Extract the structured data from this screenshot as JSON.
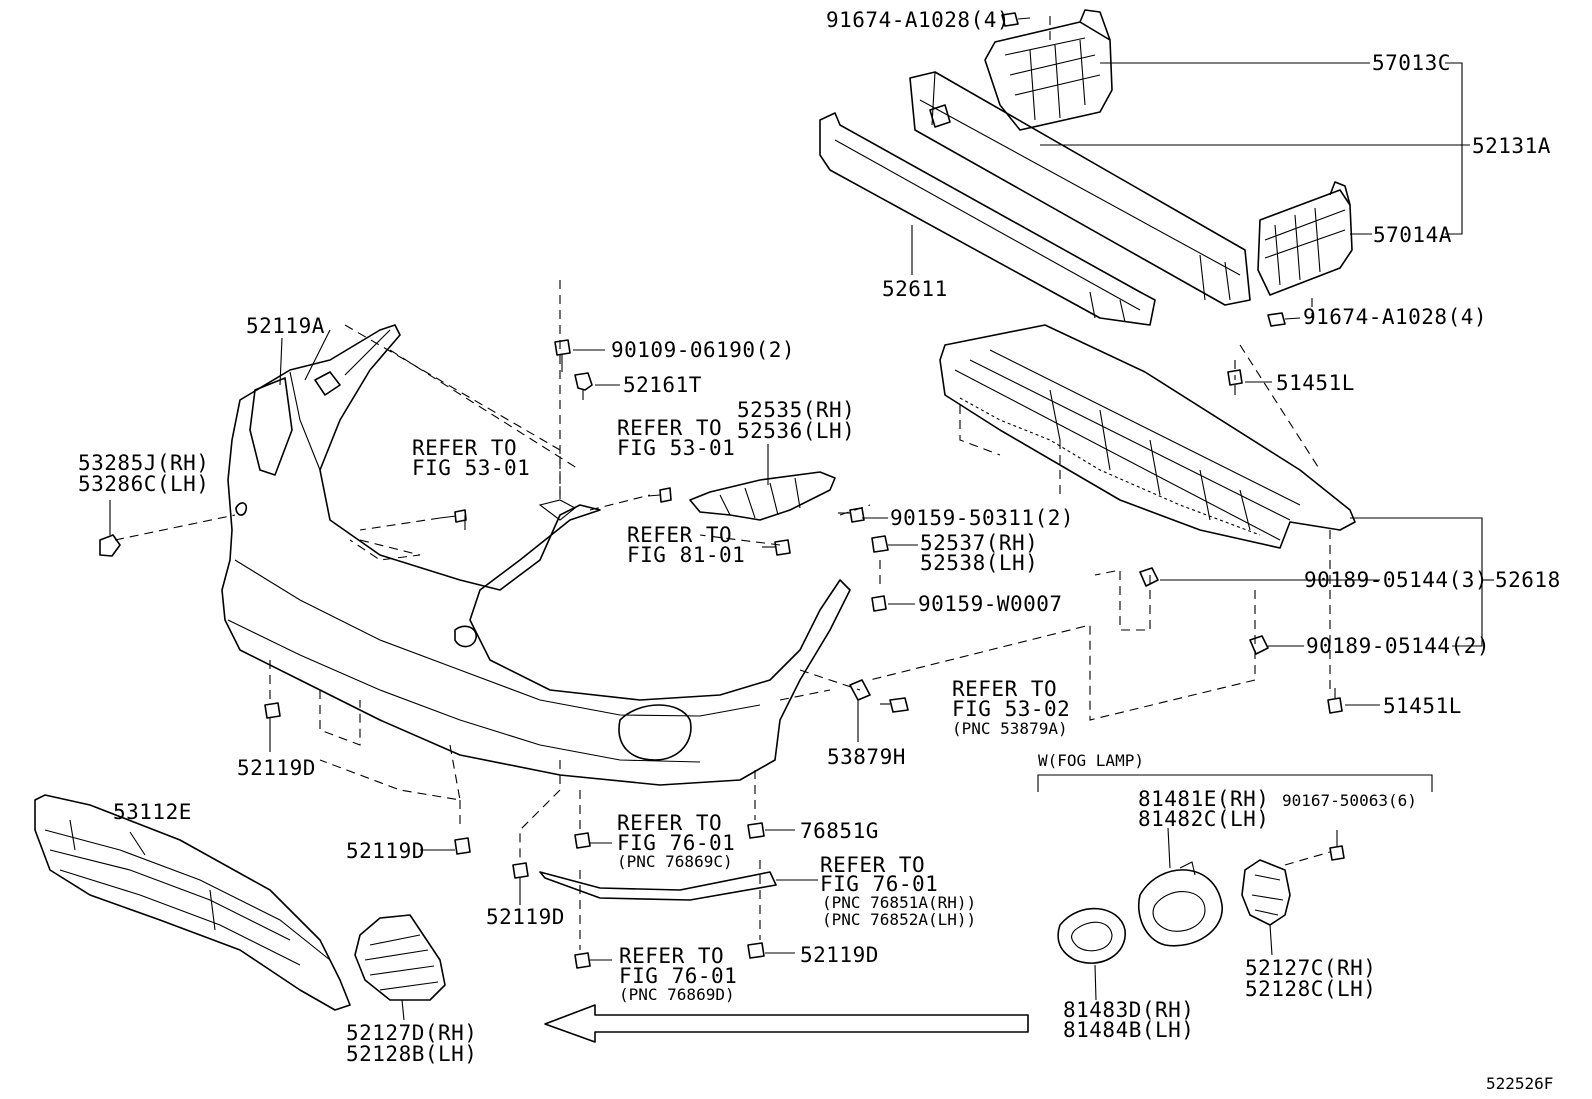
{
  "diagram": {
    "figure_id": "522526F",
    "fog_lamp_group_title": "W(FOG LAMP)",
    "labels": {
      "p91674_top": "91674-A1028(4)",
      "p57013C": "57013C",
      "p52131A": "52131A",
      "p57014A": "57014A",
      "p52611": "52611",
      "p91674_bottom": "91674-A1028(4)",
      "p52119A": "52119A",
      "p90109": "90109-06190(2)",
      "p52161T": "52161T",
      "p51451L_top": "51451L",
      "p52535": "52535(RH)",
      "p52536": "52536(LH)",
      "refer_53_01_a_1": "REFER TO",
      "refer_53_01_a_2": "FIG 53-01",
      "refer_53_01_b_1": "REFER TO",
      "refer_53_01_b_2": "FIG 53-01",
      "p53285J": "53285J(RH)",
      "p53286C": "53286C(LH)",
      "p90159_50311": "90159-50311(2)",
      "refer_81_01_1": "REFER TO",
      "refer_81_01_2": "FIG 81-01",
      "p52537": "52537(RH)",
      "p52538": "52538(LH)",
      "p90189_3": "90189-05144(3)",
      "p52618": "52618",
      "p90159_W0007": "90159-W0007",
      "p90189_2": "90189-05144(2)",
      "refer_53_02_1": "REFER TO",
      "refer_53_02_2": "FIG 53-02",
      "refer_53_02_3": "(PNC 53879A)",
      "p51451L_bottom": "51451L",
      "p52119D_left": "52119D",
      "p53879H": "53879H",
      "p53112E": "53112E",
      "p52119D_mid": "52119D",
      "refer_76_01_a_1": "REFER TO",
      "refer_76_01_a_2": "FIG 76-01",
      "refer_76_01_a_3": "(PNC 76869C)",
      "p76851G": "76851G",
      "refer_76_01_b_1": "REFER TO",
      "refer_76_01_b_2": "FIG 76-01",
      "refer_76_01_b_3": "(PNC 76851A(RH))",
      "refer_76_01_b_4": "(PNC 76852A(LH))",
      "p52119D_low": "52119D",
      "refer_76_01_c_1": "REFER TO",
      "refer_76_01_c_2": "FIG 76-01",
      "refer_76_01_c_3": "(PNC 76869D)",
      "p52119D_right": "52119D",
      "p81481E": "81481E(RH)",
      "p81482C": "81482C(LH)",
      "p90167": "90167-50063(6)",
      "p52127C": "52127C(RH)",
      "p52128C": "52128C(LH)",
      "p81483D": "81483D(RH)",
      "p81484B": "81484B(LH)",
      "p52127D": "52127D(RH)",
      "p52128B": "52128B(LH)"
    }
  }
}
